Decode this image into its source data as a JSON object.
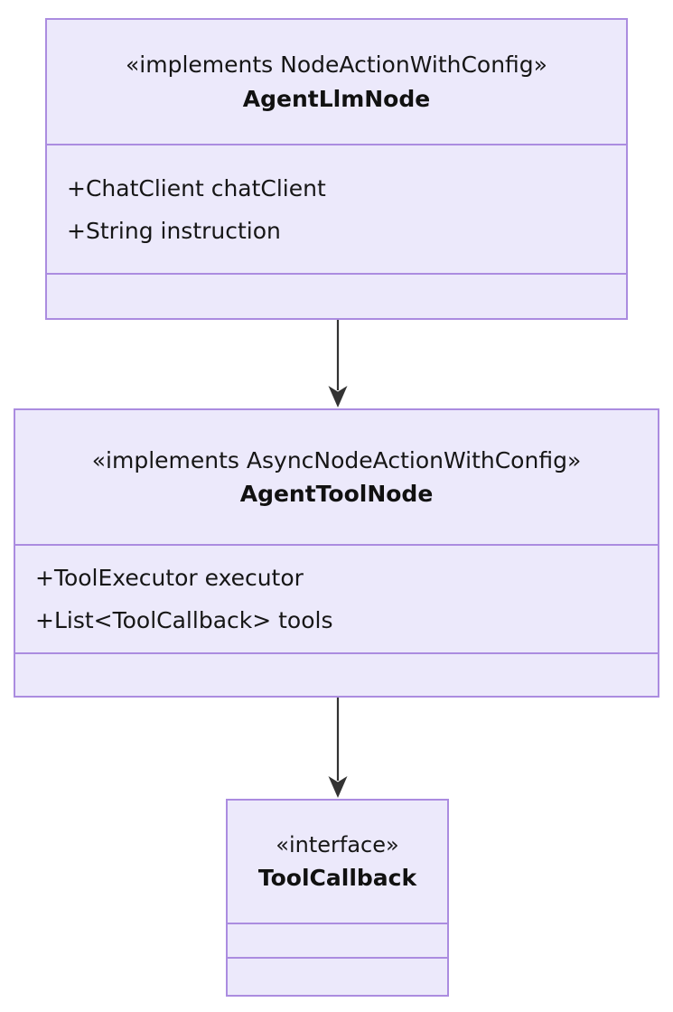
{
  "diagram": {
    "type": "uml-class-diagram",
    "background_color": "#ffffff",
    "box_fill_color": "#ece9fb",
    "box_border_color": "#ab8ce0",
    "connector_color": "#333333",
    "classes": [
      {
        "id": "agentllmnode",
        "stereotype": "«implements NodeActionWithConfig»",
        "name": "AgentLlmNode",
        "attributes": [
          "+ChatClient chatClient",
          "+String instruction"
        ],
        "methods": []
      },
      {
        "id": "agenttoolnode",
        "stereotype": "«implements AsyncNodeActionWithConfig»",
        "name": "AgentToolNode",
        "attributes": [
          "+ToolExecutor executor",
          "+List<ToolCallback> tools"
        ],
        "methods": []
      },
      {
        "id": "toolcallback",
        "stereotype": "«interface»",
        "name": "ToolCallback",
        "attributes": [],
        "methods": []
      }
    ],
    "relationships": [
      {
        "id": "rel-llm-to-tool",
        "from": "AgentLlmNode",
        "to": "AgentToolNode",
        "arrow": "solid-line-filled-arrowhead"
      },
      {
        "id": "rel-tool-to-callback",
        "from": "AgentToolNode",
        "to": "ToolCallback",
        "arrow": "solid-line-filled-arrowhead"
      }
    ]
  }
}
